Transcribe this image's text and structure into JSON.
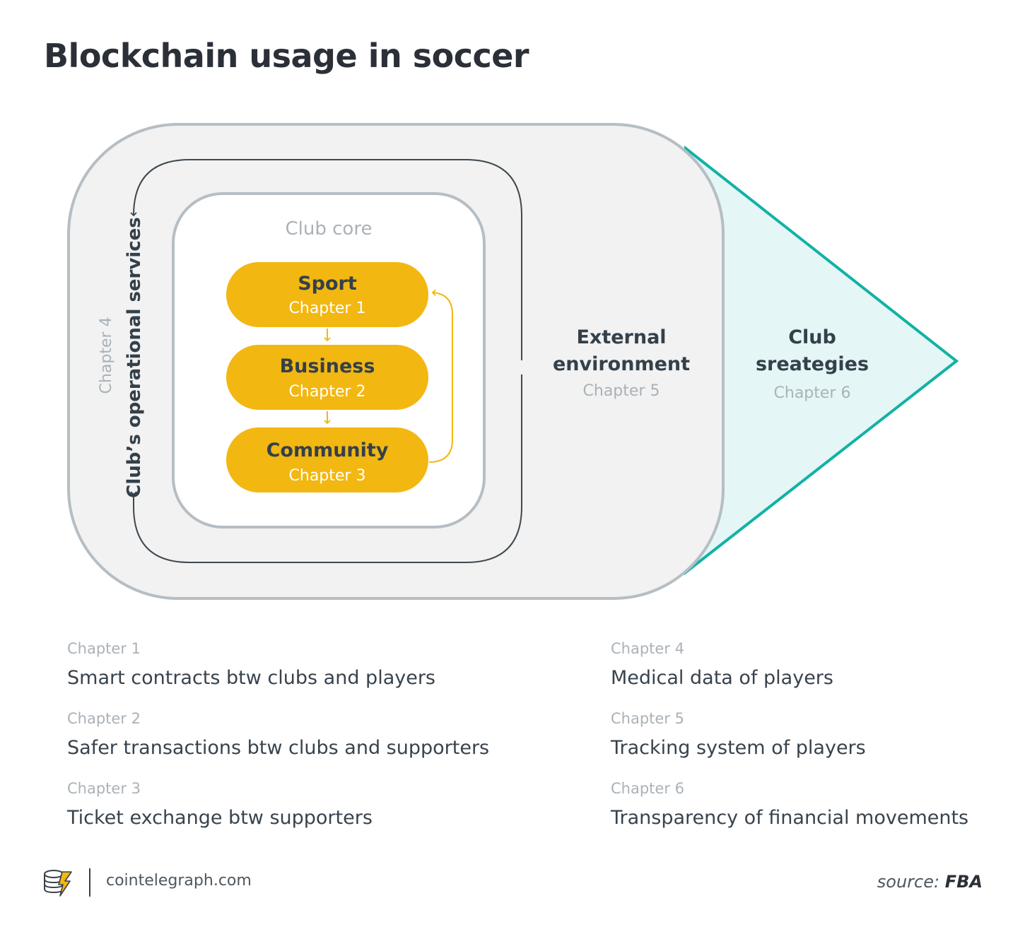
{
  "title": "Blockchain usage in soccer",
  "diagram": {
    "club_core_label": "Club core",
    "operational_services": {
      "label": "Club’s operational services",
      "chapter": "Chapter 4"
    },
    "core_items": [
      {
        "name": "Sport",
        "chapter": "Chapter 1"
      },
      {
        "name": "Business",
        "chapter": "Chapter 2"
      },
      {
        "name": "Community",
        "chapter": "Chapter 3"
      }
    ],
    "external": {
      "line1": "External",
      "line2": "environment",
      "chapter": "Chapter 5"
    },
    "strategies": {
      "line1": "Club",
      "line2": "sreategies",
      "chapter": "Chapter 6"
    }
  },
  "legend": {
    "left": [
      {
        "chapter": "Chapter 1",
        "desc": "Smart contracts btw clubs and players"
      },
      {
        "chapter": "Chapter 2",
        "desc": "Safer transactions btw clubs and supporters"
      },
      {
        "chapter": "Chapter 3",
        "desc": "Ticket exchange btw supporters"
      }
    ],
    "right": [
      {
        "chapter": "Chapter 4",
        "desc": "Medical data of players"
      },
      {
        "chapter": "Chapter 5",
        "desc": "Tracking system of players"
      },
      {
        "chapter": "Chapter 6",
        "desc": "Transparency of financial movements"
      }
    ]
  },
  "footer": {
    "site": "cointelegraph.com",
    "source_prefix": "source:",
    "source_name": "FBA"
  },
  "colors": {
    "pill": "#f2b711",
    "teal": "#12b2a5",
    "teal_fill": "#e4f6f5",
    "panel": "#f1f2f1",
    "panel_border": "#b6bec4",
    "text_dark": "#38434d",
    "text_muted": "#aab2b8"
  },
  "icons": [
    "coin-stack-logo-icon"
  ]
}
